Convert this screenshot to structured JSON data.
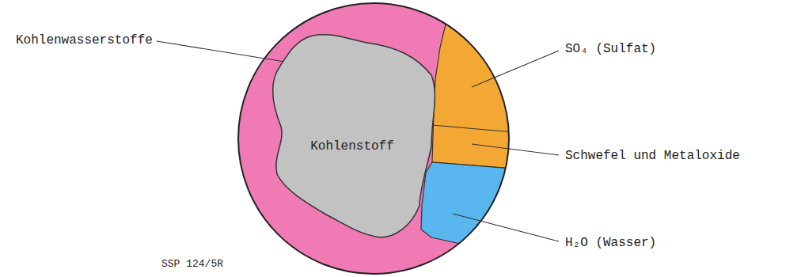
{
  "diagram": {
    "nodes": [
      {
        "text": [
          "Kohlenstoff"
        ]
      }
    ],
    "labels": [
      "Kohlenwasserstoffe",
      "SO₄ (Sulfat)",
      "Schwefel und Metaloxide",
      "H₂O (Wasser)",
      "SSP 124/5R"
    ]
  }
}
